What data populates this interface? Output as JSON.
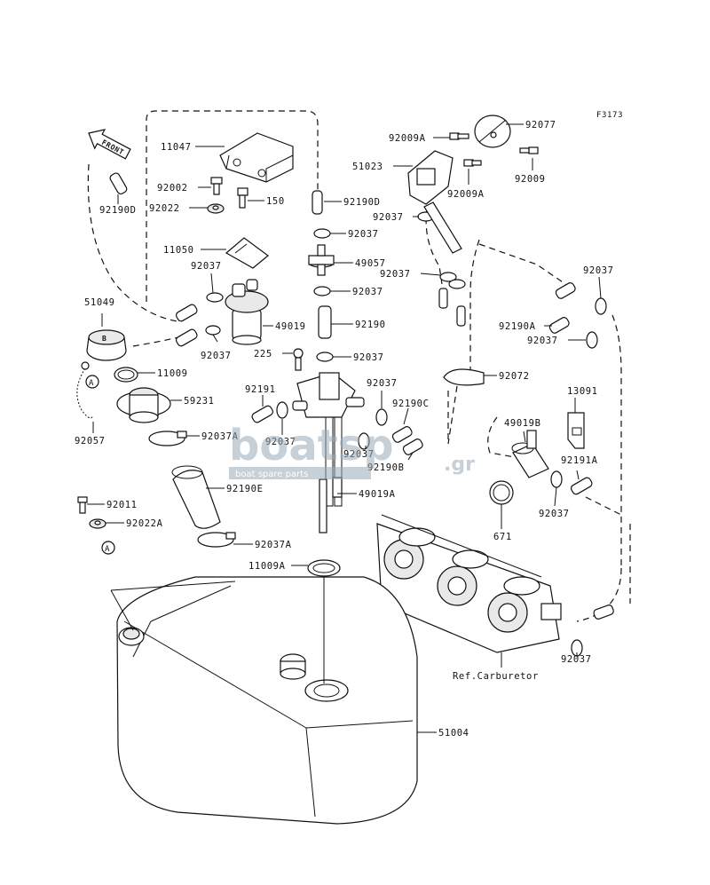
{
  "figure_code": "F3173",
  "front_label": "FRONT",
  "ref_note": "Ref.Carburetor",
  "ref_marker": "A",
  "watermark": {
    "brand": "boatsp",
    "domain": ".gr",
    "tagline": "boat spare parts"
  },
  "parts": [
    "11047",
    "92002",
    "150",
    "92022",
    "11050",
    "92037",
    "92037",
    "49019",
    "92190D",
    "92190D",
    "92037",
    "49057",
    "92037",
    "92190",
    "225",
    "92037",
    "51049",
    "11009",
    "59231",
    "92057",
    "92037A",
    "92190E",
    "92011",
    "92022A",
    "92037A",
    "11009A",
    "92191",
    "92037",
    "92037",
    "92190C",
    "92037",
    "92190B",
    "49019A",
    "92009A",
    "92077",
    "51023",
    "92009",
    "92009A",
    "92037",
    "92037",
    "92037",
    "92190A",
    "92037",
    "92072",
    "13091",
    "49019B",
    "92191A",
    "92037",
    "671",
    "92037",
    "51004"
  ]
}
